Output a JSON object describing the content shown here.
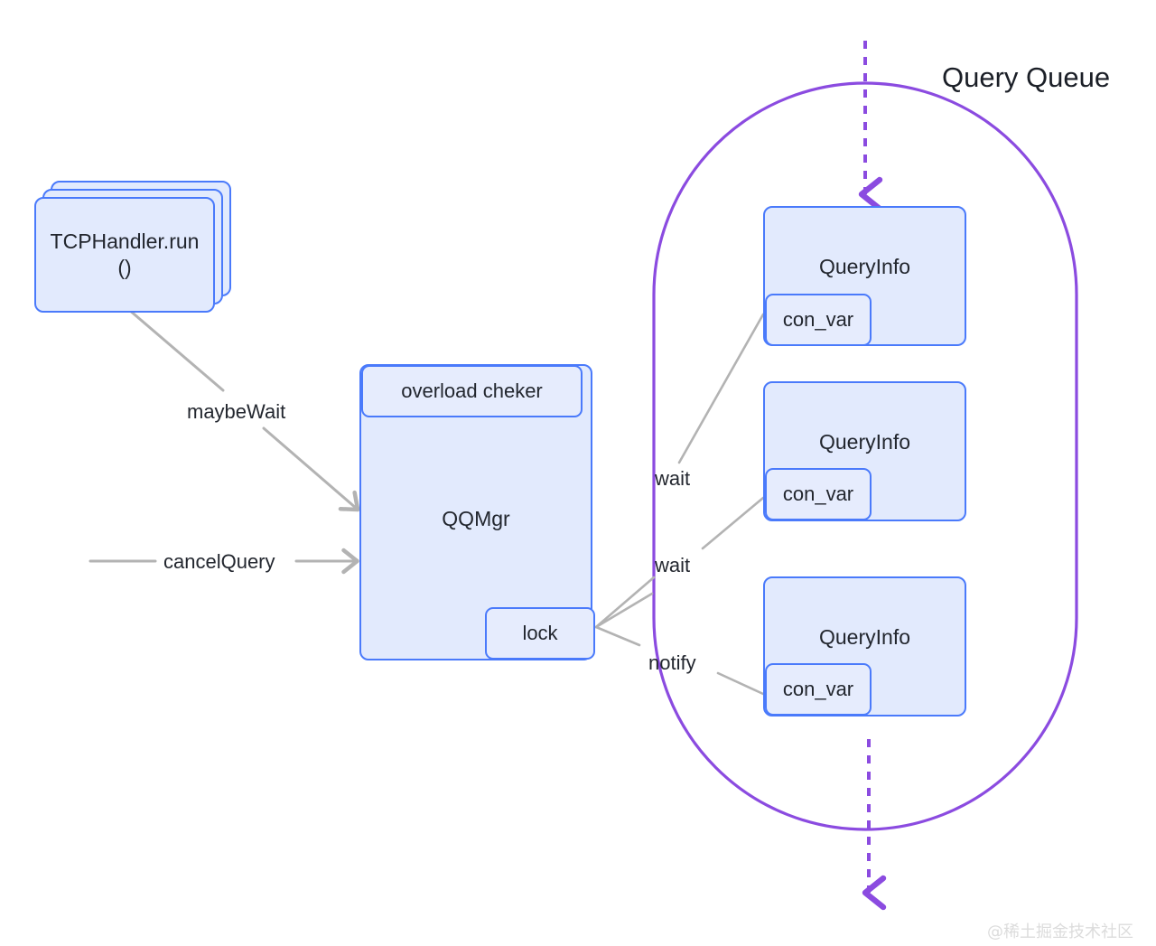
{
  "diagram": {
    "title": "Query Queue",
    "watermark": "@稀土掘金技术社区",
    "colors": {
      "node_fill": "#e2eafd",
      "node_border": "#4a7afb",
      "subnode_fill": "#e6ecfd",
      "queue_boundary": "#8b4be0",
      "arrow_gray": "#b3b3b3",
      "text": "#22262e"
    }
  },
  "nodes": {
    "tcp_handler": {
      "label": "TCPHandler.run\n()"
    },
    "qqmgr": {
      "label": "QQMgr"
    },
    "overload_checker": {
      "label": "overload cheker"
    },
    "lock": {
      "label": "lock"
    },
    "query_infos": [
      {
        "label": "QueryInfo",
        "con_var": "con_var"
      },
      {
        "label": "QueryInfo",
        "con_var": "con_var"
      },
      {
        "label": "QueryInfo",
        "con_var": "con_var"
      }
    ]
  },
  "edges": {
    "maybe_wait": "maybeWait",
    "cancel_query": "cancelQuery",
    "wait_1": "wait",
    "wait_2": "wait",
    "notify": "notify"
  }
}
